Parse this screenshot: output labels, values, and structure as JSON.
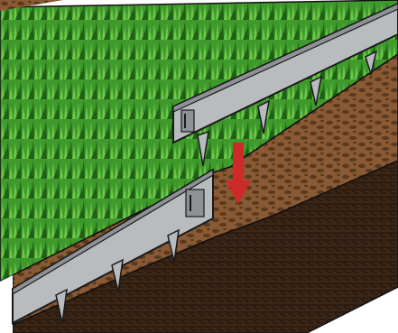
{
  "illustration": {
    "subject": "",
    "colors": {
      "grass_light": "#6cc74a",
      "grass_mid": "#3f9a2c",
      "grass_dark": "#1f5f16",
      "soil_topsoil": "#8a5a34",
      "soil_topsoil_dark": "#5a3a1e",
      "soil_subsoil": "#3c2616",
      "soil_subsoil_dark": "#24160c",
      "edging_face": "#b9bcbf",
      "edging_shade": "#8e9195",
      "edging_outline": "#1a1a1a",
      "arrow": "#cf2a2a",
      "background": "#ffffff"
    },
    "icons": [
      "grass-texture",
      "soil-texture",
      "edging-strip",
      "ground-spike",
      "down-arrow-icon"
    ]
  }
}
